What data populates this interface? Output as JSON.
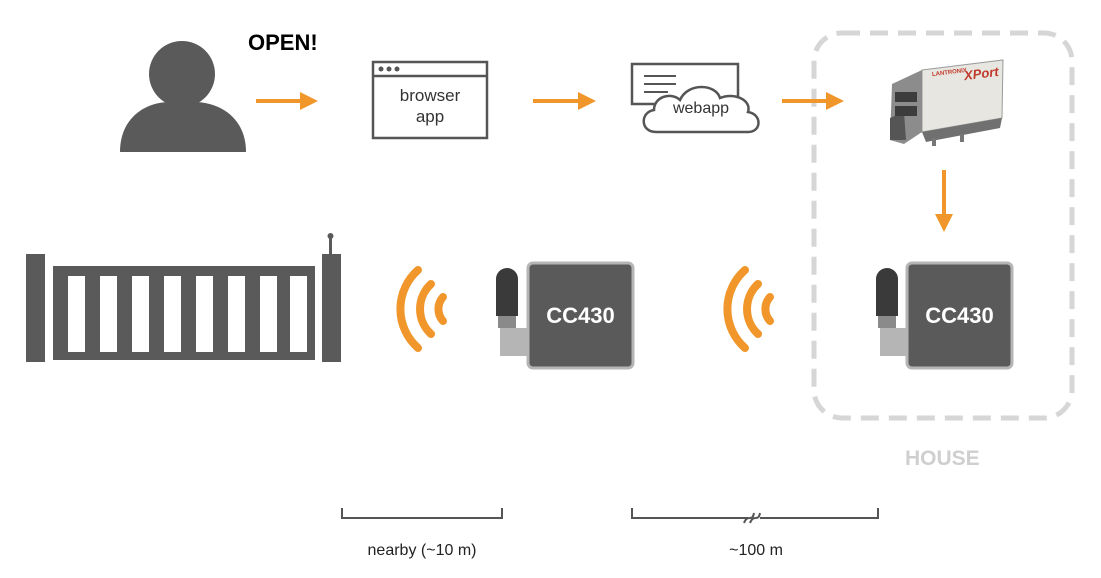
{
  "labels": {
    "open": "OPEN!",
    "browser_line1": "browser",
    "browser_line2": "app",
    "webapp": "webapp",
    "xport_brand": "LANTRONIX",
    "xport_name": "XPort",
    "cc_left": "CC430",
    "cc_right": "CC430",
    "house": "HOUSE",
    "range_near": "nearby (~10 m)",
    "range_far": "~100 m"
  },
  "colors": {
    "arrow": "#F0962A",
    "dark": "#5A5A5A",
    "house_border": "#D6D6D6",
    "house_text": "#CFCFCF"
  },
  "icons": [
    "user-icon",
    "browser-window-icon",
    "cloud-icon",
    "xport-module-icon",
    "gate-icon",
    "wireless-signal-icon",
    "cc430-board-icon"
  ]
}
